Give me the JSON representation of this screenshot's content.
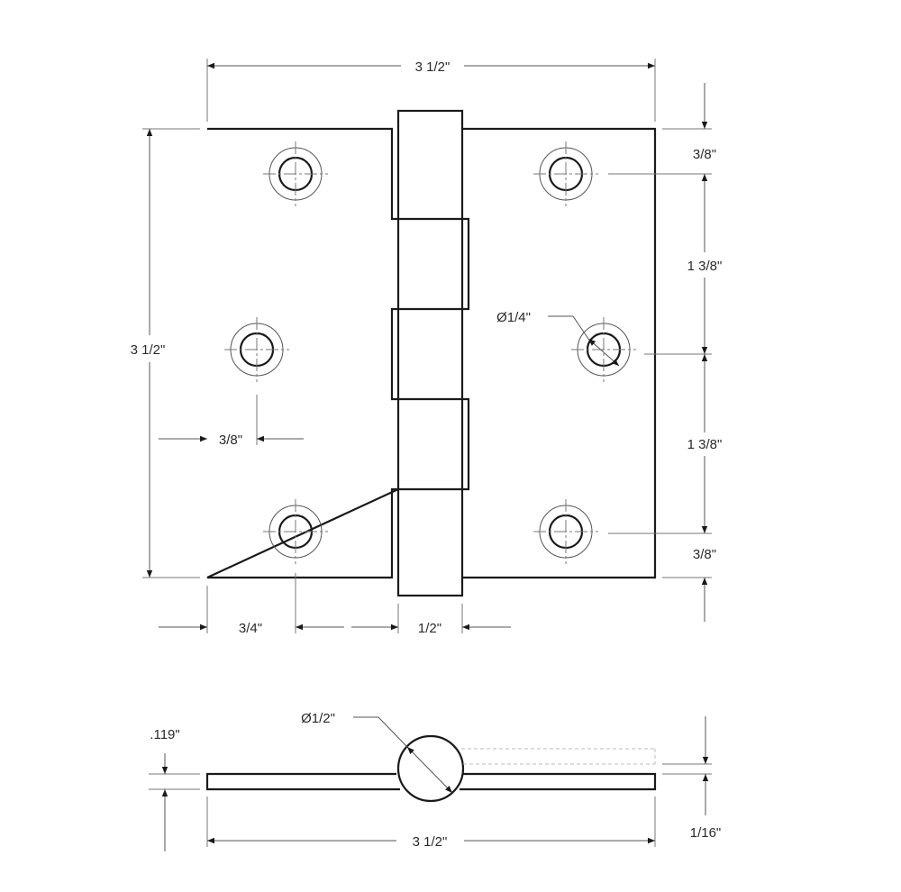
{
  "drawing": {
    "subject": "Butt hinge dimensional drawing",
    "units": "inches",
    "stroke_color": "#1a1a1a",
    "dimension_color": "#555555",
    "front_view": {
      "overall_width": "3 1/2\"",
      "overall_height": "3 1/2\"",
      "top_edge_to_hole": "3/8\"",
      "hole_spacing_upper": "1 3/8\"",
      "hole_spacing_lower": "1 3/8\"",
      "bottom_edge_to_hole": "3/8\"",
      "hole_diameter": "Ø1/4\"",
      "side_edge_to_middle_hole": "3/8\"",
      "side_edge_to_outer_holes": "3/4\"",
      "knuckle_width": "1/2\""
    },
    "side_view": {
      "leaf_thickness": ".119\"",
      "barrel_diameter": "Ø1/2\"",
      "overall_width": "3 1/2\"",
      "offset": "1/16\""
    },
    "holes": [
      {
        "leaf": "left",
        "position": "top"
      },
      {
        "leaf": "left",
        "position": "middle"
      },
      {
        "leaf": "left",
        "position": "bottom"
      },
      {
        "leaf": "right",
        "position": "top"
      },
      {
        "leaf": "right",
        "position": "middle"
      },
      {
        "leaf": "right",
        "position": "bottom"
      }
    ],
    "knuckles": 5
  }
}
